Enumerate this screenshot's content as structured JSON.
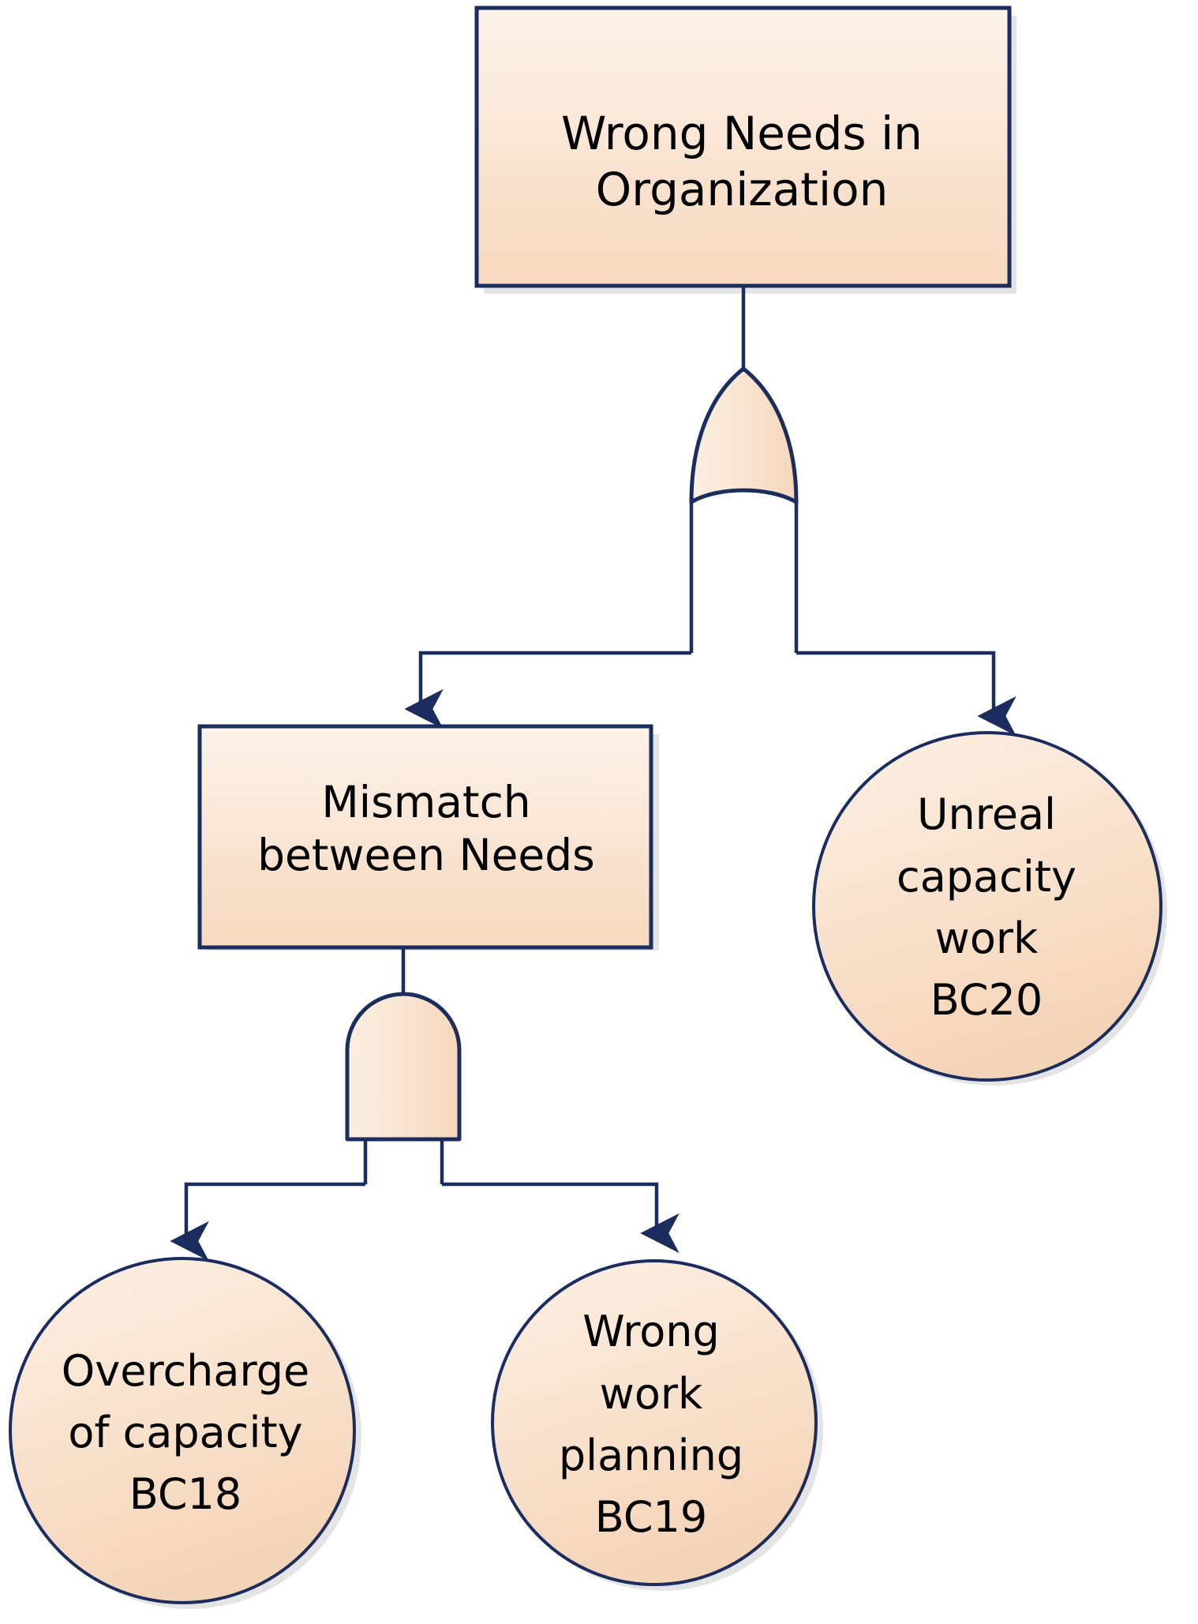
{
  "diagram": {
    "title": "Fault Tree - Wrong Needs in Organization",
    "type": "fault-tree",
    "colors": {
      "fill_top": "#FAEFE3",
      "fill_bottom": "#F6DAC0",
      "stroke": "#1B2C5E",
      "shadow": "#E4E4E4",
      "text": "#000000",
      "background": "#FFFFFF"
    },
    "nodes": [
      {
        "id": "top-event",
        "shape": "rectangle",
        "label_lines": [
          "Wrong Needs in",
          "Organization"
        ],
        "code": ""
      },
      {
        "id": "or-gate-1",
        "shape": "or-gate",
        "label_lines": [],
        "code": ""
      },
      {
        "id": "mismatch",
        "shape": "rectangle",
        "label_lines": [
          "Mismatch",
          "between Needs"
        ],
        "code": ""
      },
      {
        "id": "bc20",
        "shape": "circle",
        "label_lines": [
          "Unreal",
          "capacity",
          "work",
          "BC20"
        ],
        "code": "BC20"
      },
      {
        "id": "and-gate-1",
        "shape": "and-gate",
        "label_lines": [],
        "code": ""
      },
      {
        "id": "bc18",
        "shape": "circle",
        "label_lines": [
          "Overcharge",
          "of capacity",
          "BC18"
        ],
        "code": "BC18"
      },
      {
        "id": "bc19",
        "shape": "circle",
        "label_lines": [
          "Wrong",
          "work",
          "planning",
          "BC19"
        ],
        "code": "BC19"
      }
    ],
    "edges": [
      {
        "from": "top-event",
        "to": "or-gate-1",
        "arrow": false
      },
      {
        "from": "or-gate-1",
        "to": "mismatch",
        "arrow": true
      },
      {
        "from": "or-gate-1",
        "to": "bc20",
        "arrow": true
      },
      {
        "from": "mismatch",
        "to": "and-gate-1",
        "arrow": false
      },
      {
        "from": "and-gate-1",
        "to": "bc18",
        "arrow": true
      },
      {
        "from": "and-gate-1",
        "to": "bc19",
        "arrow": true
      }
    ]
  }
}
